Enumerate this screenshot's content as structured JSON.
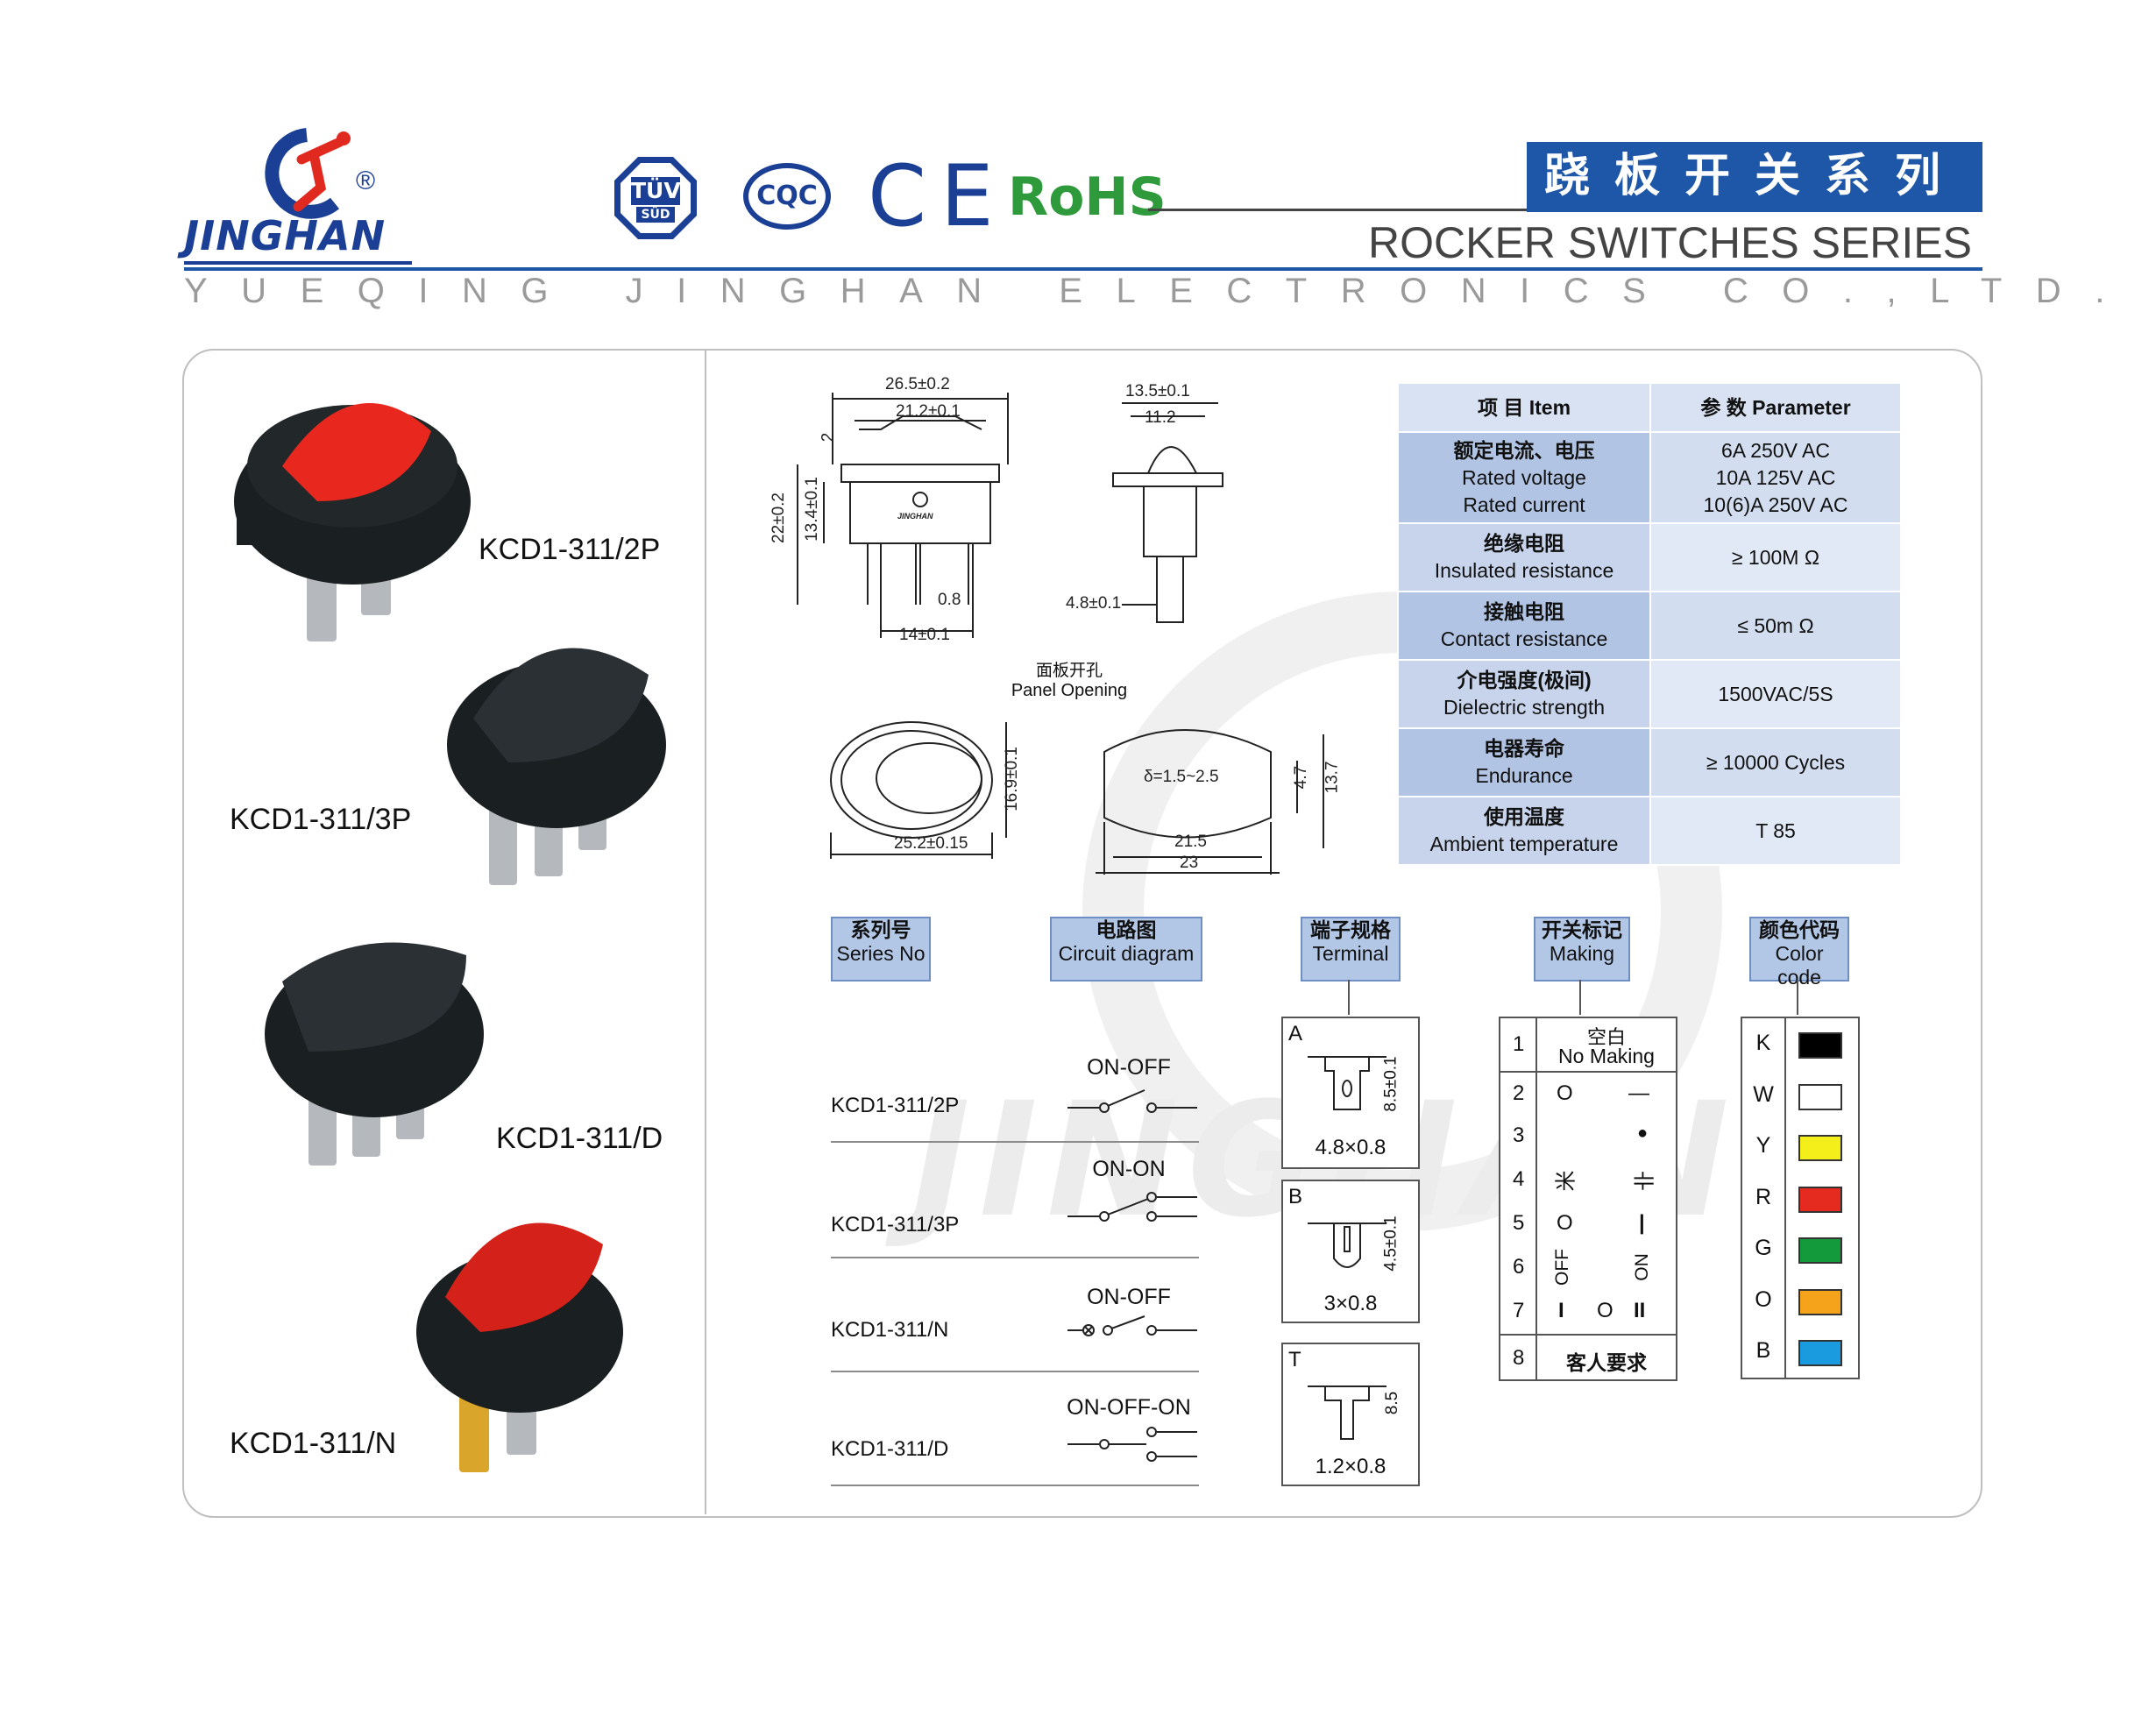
{
  "brand": {
    "name": "JINGHAN",
    "registered": "®"
  },
  "certifications": [
    "TÜV",
    "SÜD",
    "CQC",
    "CE",
    "RoHS"
  ],
  "title": {
    "cn": "跷板开关系列",
    "en": "ROCKER SWITCHES SERIES"
  },
  "company": "YUEQING JINGHAN ELECTRONICS CO.,LTD.",
  "products": [
    {
      "model": "KCD1-311/2P",
      "color": "#e8281e"
    },
    {
      "model": "KCD1-311/3P",
      "color": "#1a1f22"
    },
    {
      "model": "KCD1-311/D",
      "color": "#1a1f22"
    },
    {
      "model": "KCD1-311/N",
      "color": "#d4221a"
    }
  ],
  "dimensions": {
    "front": {
      "w_outer": "26.5±0.2",
      "w_inner": "21.2±0.1",
      "top": "2",
      "h_total": "22±0.2",
      "h_body": "13.4±0.1",
      "pin_gap": "0.8",
      "pin_span": "14±0.1"
    },
    "side": {
      "w_outer": "13.5±0.1",
      "w_inner": "11.2",
      "pin_w": "4.8±0.1"
    },
    "panel": {
      "cn": "面板开孔",
      "en": "Panel Opening"
    },
    "oval": {
      "w": "25.2±0.15",
      "h": "16.9±0.1"
    },
    "cutout": {
      "thickness": "δ=1.5~2.5",
      "w_inner": "21.5",
      "w_outer": "23",
      "h_inner": "4.7",
      "h_outer": "13.7"
    }
  },
  "spec_table": {
    "header": {
      "item": "项 目   Item",
      "param": "参 数   Parameter"
    },
    "rows": [
      {
        "item": [
          "额定电流、电压",
          "Rated voltage",
          "Rated current"
        ],
        "param": [
          "6A  250V AC",
          "10A 125V AC",
          "10(6)A  250V AC"
        ]
      },
      {
        "item": [
          "绝缘电阻",
          "Insulated resistance"
        ],
        "param": [
          "≥ 100M Ω"
        ]
      },
      {
        "item": [
          "接触电阻",
          "Contact resistance"
        ],
        "param": [
          "≤ 50m Ω"
        ]
      },
      {
        "item": [
          "介电强度(极间)",
          "Dielectric strength"
        ],
        "param": [
          "1500VAC/5S"
        ]
      },
      {
        "item": [
          "电器寿命",
          "Endurance"
        ],
        "param": [
          "≥ 10000 Cycles"
        ]
      },
      {
        "item": [
          "使用温度",
          "Ambient temperature"
        ],
        "param": [
          "T 85"
        ]
      }
    ]
  },
  "section_headers": {
    "series": {
      "cn": "系列号",
      "en": "Series No"
    },
    "circuit": {
      "cn": "电路图",
      "en": "Circuit diagram"
    },
    "terminal": {
      "cn": "端子规格",
      "en": "Terminal"
    },
    "making": {
      "cn": "开关标记",
      "en": "Making"
    },
    "color": {
      "cn": "颜色代码",
      "en": "Color code"
    }
  },
  "circuits": [
    {
      "series": "KCD1-311/2P",
      "label": "ON-OFF"
    },
    {
      "series": "KCD1-311/3P",
      "label": "ON-ON"
    },
    {
      "series": "KCD1-311/N",
      "label": "ON-OFF"
    },
    {
      "series": "KCD1-311/D",
      "label": "ON-OFF-ON"
    }
  ],
  "terminals": [
    {
      "code": "A",
      "size": "4.8×0.8",
      "height": "8.5±0.1"
    },
    {
      "code": "B",
      "size": "3×0.8",
      "height": "4.5±0.1"
    },
    {
      "code": "T",
      "size": "1.2×0.8",
      "height": "8.5"
    }
  ],
  "making": [
    {
      "no": "1",
      "cn": "空白",
      "en": "No Making"
    },
    {
      "no": "2",
      "left": "O",
      "right": "—"
    },
    {
      "no": "3",
      "left": "",
      "right": "●"
    },
    {
      "no": "4",
      "left": "米",
      "right": "卝"
    },
    {
      "no": "5",
      "left": "O",
      "right": "|"
    },
    {
      "no": "6",
      "left": "OFF",
      "right": "ON"
    },
    {
      "no": "7",
      "left": "I",
      "mid": "O",
      "right": "II"
    },
    {
      "no": "8",
      "cn": "客人要求"
    }
  ],
  "color_codes": [
    {
      "code": "K",
      "hex": "#000000"
    },
    {
      "code": "W",
      "hex": "#ffffff"
    },
    {
      "code": "Y",
      "hex": "#f4ee1a"
    },
    {
      "code": "R",
      "hex": "#e52a1f"
    },
    {
      "code": "G",
      "hex": "#139a3a"
    },
    {
      "code": "O",
      "hex": "#f4a31b"
    },
    {
      "code": "B",
      "hex": "#1a9be0"
    }
  ],
  "colors": {
    "brand_blue": "#1e56a8",
    "rohs_green": "#2e9a3b",
    "header_fill": "#b2c6e6"
  }
}
